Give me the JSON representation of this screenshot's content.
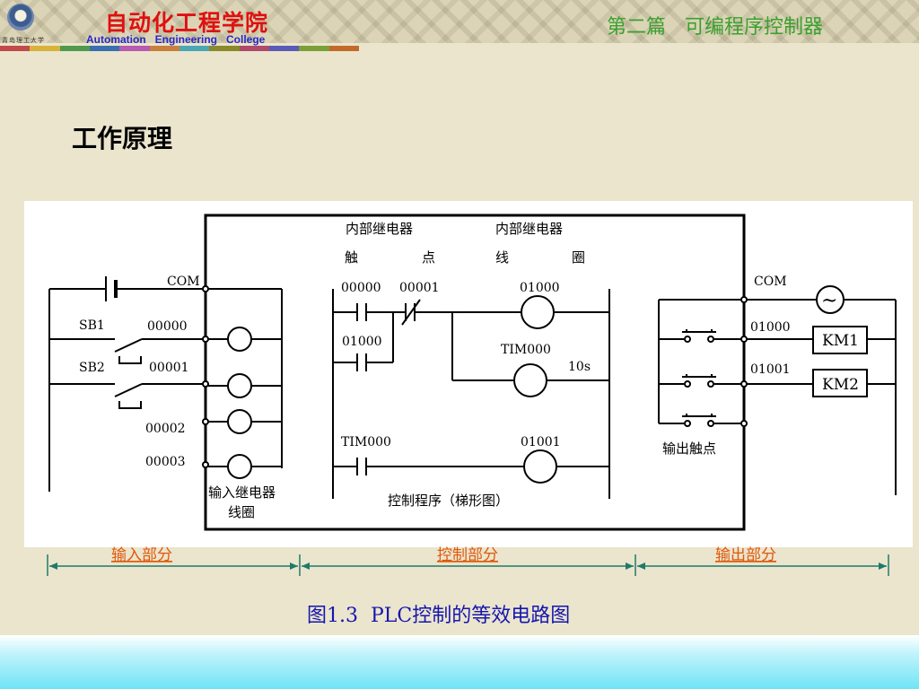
{
  "header": {
    "college_cn": "自动化工程学院",
    "college_en": "Automation   Engineering   College",
    "university_text": "青岛理工大学",
    "section_title": "第二篇   可编程序控制器"
  },
  "page": {
    "heading": "工作原理",
    "caption": "图1.3  PLC控制的等效电路图"
  },
  "diagram": {
    "input": {
      "com": "COM",
      "switches": [
        "SB1",
        "SB2"
      ],
      "addresses": [
        "00000",
        "00001",
        "00002",
        "00003"
      ],
      "coil_label_line1": "输入继电器",
      "coil_label_line2": "线圈"
    },
    "control": {
      "contact_header_line1": "内部继电器",
      "contact_header_line2_a": "触",
      "contact_header_line2_b": "点",
      "coil_header_line1": "内部继电器",
      "coil_header_line2_a": "线",
      "coil_header_line2_b": "圈",
      "contact_1": "00000",
      "contact_2": "00001",
      "seal_contact": "01000",
      "timer_contact": "TIM000",
      "coil_1": "01000",
      "timer_coil": "TIM000",
      "timer_value": "10s",
      "coil_2": "01001",
      "program_label": "控制程序（梯形图）"
    },
    "output": {
      "com": "COM",
      "addresses": [
        "01000",
        "01001"
      ],
      "loads": [
        "KM1",
        "KM2"
      ],
      "contacts_label": "输出触点",
      "ac_symbol": "~"
    },
    "sections": [
      "输入部分",
      "控制部分",
      "输出部分"
    ]
  },
  "colors": {
    "college_cn": "#e01010",
    "college_en": "#2828c8",
    "section_title": "#3aa030",
    "section_label": "#e0580a",
    "dimension_line": "#1e7a6a",
    "caption": "#1515b0"
  }
}
